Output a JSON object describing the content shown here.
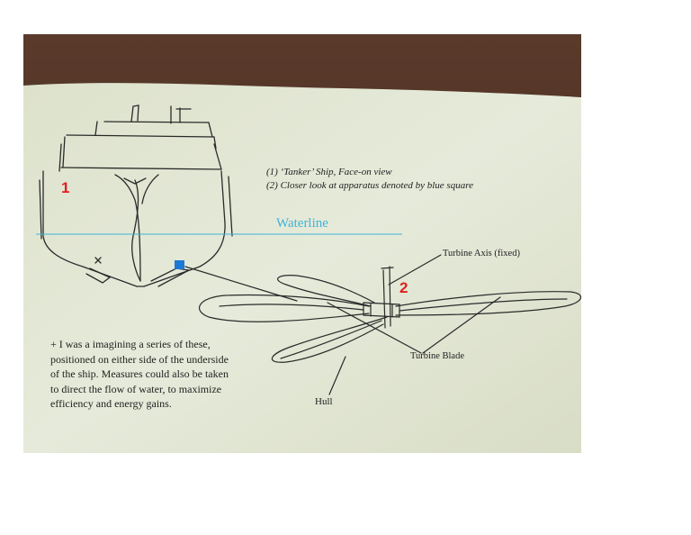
{
  "labels": {
    "num_1": "1",
    "num_2": "2",
    "caption_1": "(1) ‘Tanker’ Ship, Face-on view",
    "caption_2": "(2) Closer look at apparatus denoted by blue square",
    "waterline": "Waterline",
    "turbine_axis": "Turbine Axis (fixed)",
    "turbine_blade": "Turbine Blade",
    "hull": "Hull"
  },
  "note_lines": [
    "+ I was a imagining a series of these,",
    "positioned on either side of the underside",
    "of the ship. Measures could also be taken",
    "to direct the flow of water, to maximize",
    "efficiency and energy gains."
  ],
  "colors": {
    "wood": "#4b2f22",
    "paper": "#e4e8d4",
    "ink": "#2a2a2a",
    "waterline": "#3fb4d8",
    "marker": "#1e78d6",
    "number": "#e02020"
  }
}
